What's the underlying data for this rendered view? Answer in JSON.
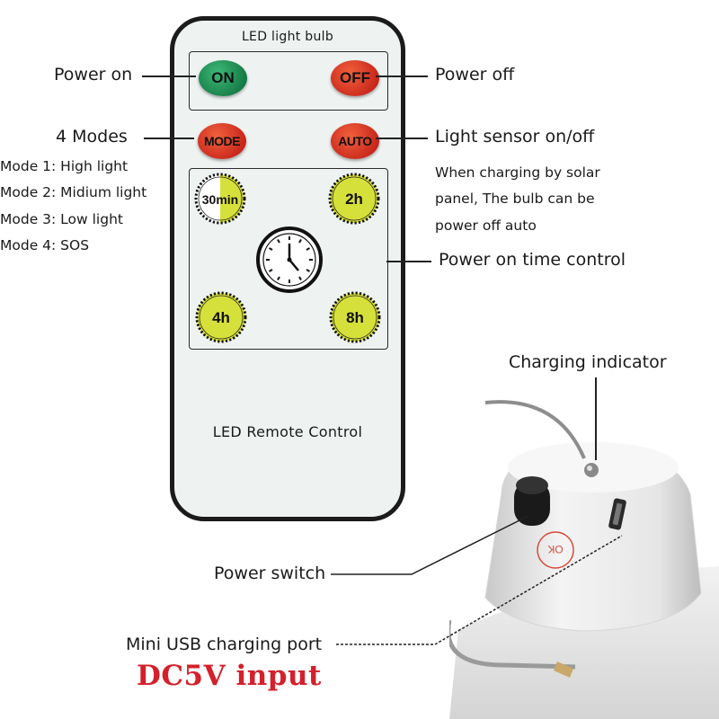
{
  "remote": {
    "title": "LED light bulb",
    "footer": "LED Remote Control",
    "buttons": {
      "on": "ON",
      "off": "OFF",
      "mode": "MODE",
      "auto": "AUTO"
    },
    "timers": [
      "30min",
      "2h",
      "4h",
      "8h"
    ],
    "colors": {
      "on": "#1f8c50",
      "red": "#d9352a",
      "timer_yellow": "#d6e03a",
      "panel_bg": "#eef3f2"
    }
  },
  "annotations": {
    "power_on": "Power on",
    "power_off": "Power off",
    "modes_title": "4 Modes",
    "modes": [
      "Mode 1: High light",
      "Mode 2: Midium light",
      "Mode 3: Low light",
      "Mode 4: SOS"
    ],
    "light_sensor": "Light sensor on/off",
    "solar_note": [
      "When charging by solar",
      "panel, The bulb can be",
      "power off auto"
    ],
    "time_control": "Power on time control",
    "charging_indicator": "Charging indicator",
    "power_switch": "Power switch",
    "usb_port": "Mini USB charging port",
    "dc_input": "DC5V input",
    "bulb_marking": "OK"
  }
}
